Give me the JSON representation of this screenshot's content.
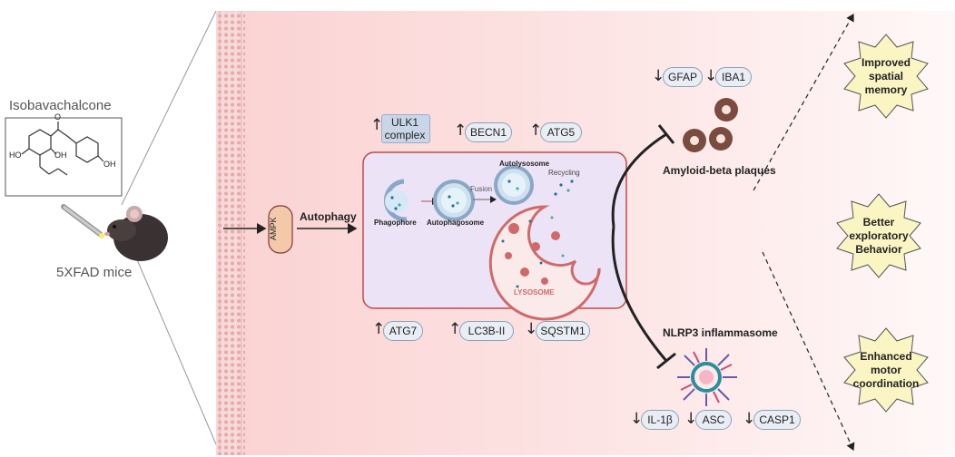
{
  "compound": {
    "name": "Isobavachalcone",
    "ho_left": "HO",
    "oh_mid": "OH",
    "oh_right": "OH",
    "o": "O"
  },
  "mouse": {
    "label": "5XFAD mice"
  },
  "ampk": {
    "label": "AMPK"
  },
  "autophagy": {
    "label": "Autophagy"
  },
  "upregulated_top": [
    {
      "label": "ULK1",
      "label2": "complex",
      "direction": "up"
    },
    {
      "label": "BECN1",
      "direction": "up"
    },
    {
      "label": "ATG5",
      "direction": "up"
    }
  ],
  "bottom_markers": [
    {
      "label": "ATG7",
      "direction": "up"
    },
    {
      "label": "LC3B-II",
      "direction": "up"
    },
    {
      "label": "SQSTM1",
      "direction": "down"
    }
  ],
  "cell_box": {
    "phagophore": "Phagophore",
    "autophagosome": "Autophagosome",
    "fusion": "Fusion",
    "autolysosome": "Autolysosome",
    "recycling": "Recycling",
    "lysosome": "LYSOSOME"
  },
  "plaque_markers": [
    {
      "label": "GFAP",
      "direction": "down"
    },
    {
      "label": "IBA1",
      "direction": "down"
    }
  ],
  "plaques": {
    "label": "Amyloid-beta plaques"
  },
  "inflammasome": {
    "label": "NLRP3 inflammasome"
  },
  "inflammasome_markers": [
    {
      "label": "IL-1β",
      "direction": "down"
    },
    {
      "label": "ASC",
      "direction": "down"
    },
    {
      "label": "CASP1",
      "direction": "down"
    }
  ],
  "outcomes": [
    {
      "line1": "Improved",
      "line2": "spatial",
      "line3": "memory"
    },
    {
      "line1": "Better",
      "line2": "exploratory",
      "line3": "Behavior"
    },
    {
      "line1": "Enhanced",
      "line2": "motor",
      "line3": "coordination"
    }
  ],
  "icons": {
    "up": "↑",
    "down": "↓"
  },
  "colors": {
    "pink_bg": "#fde3e3",
    "star_fill": "#fbf5c4",
    "ampk_fill": "#f3c9a9",
    "cell_border": "#c0484a"
  }
}
